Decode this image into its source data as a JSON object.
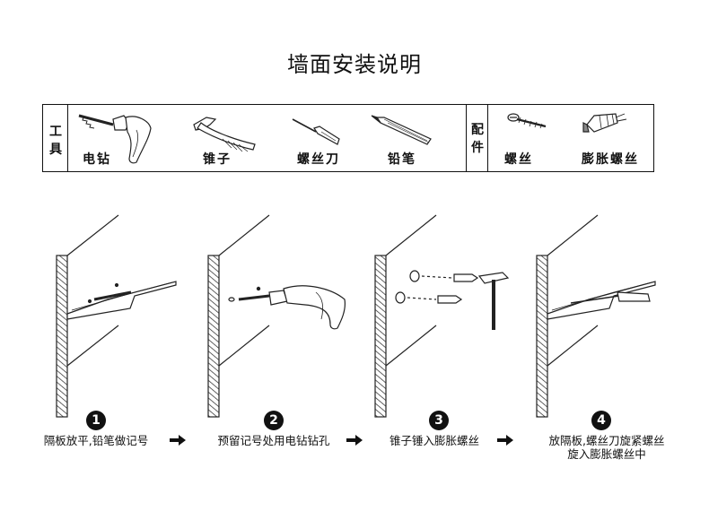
{
  "title": "墙面安装说明",
  "tools_header": "工\n具",
  "parts_header": "配\n件",
  "tools": [
    {
      "label": "电钻",
      "icon": "drill-icon"
    },
    {
      "label": "锥子",
      "icon": "hammer-icon"
    },
    {
      "label": "螺丝刀",
      "icon": "screwdriver-icon"
    },
    {
      "label": "铅笔",
      "icon": "pencil-icon"
    }
  ],
  "parts": [
    {
      "label": "螺丝",
      "icon": "screw-icon"
    },
    {
      "label": "膨胀螺丝",
      "icon": "wall-anchor-icon"
    }
  ],
  "steps": [
    {
      "number": "1",
      "caption": "隔板放平,铅笔做记号"
    },
    {
      "number": "2",
      "caption": "预留记号处用电钻钻孔"
    },
    {
      "number": "3",
      "caption": "锥子锤入膨胀螺丝"
    },
    {
      "number": "4",
      "caption": "放隔板,螺丝刀旋紧螺丝\n旋入膨胀螺丝中"
    }
  ]
}
